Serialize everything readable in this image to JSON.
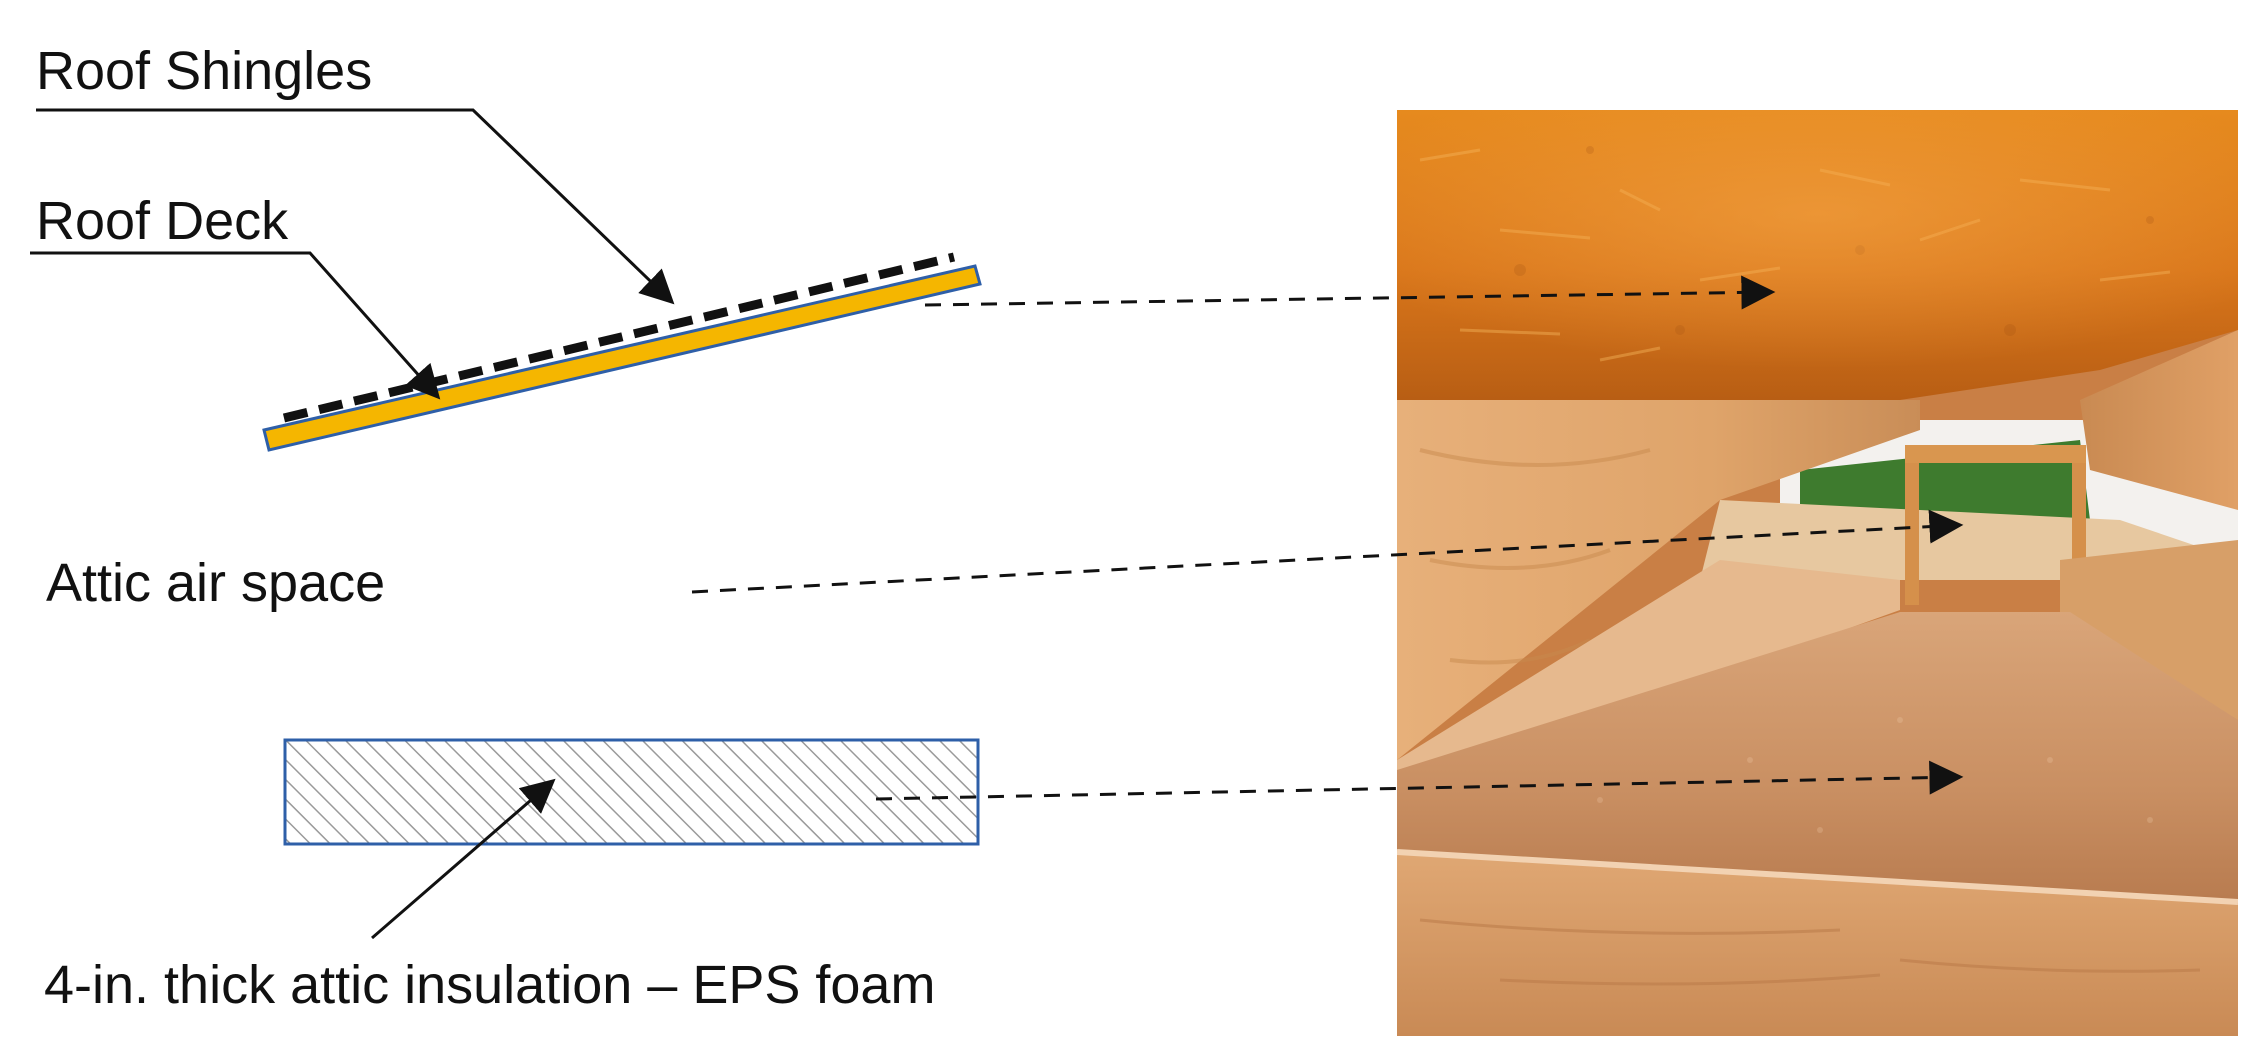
{
  "labels": {
    "roof_shingles": "Roof Shingles",
    "roof_deck": "Roof Deck",
    "attic_air_space": "Attic air space",
    "insulation": "4-in. thick attic insulation – EPS foam"
  },
  "colors": {
    "roof_deck_fill": "#F5B600",
    "outline_blue": "#2E5FA8",
    "hatch": "#9A9A9A",
    "arrow": "#111111"
  }
}
